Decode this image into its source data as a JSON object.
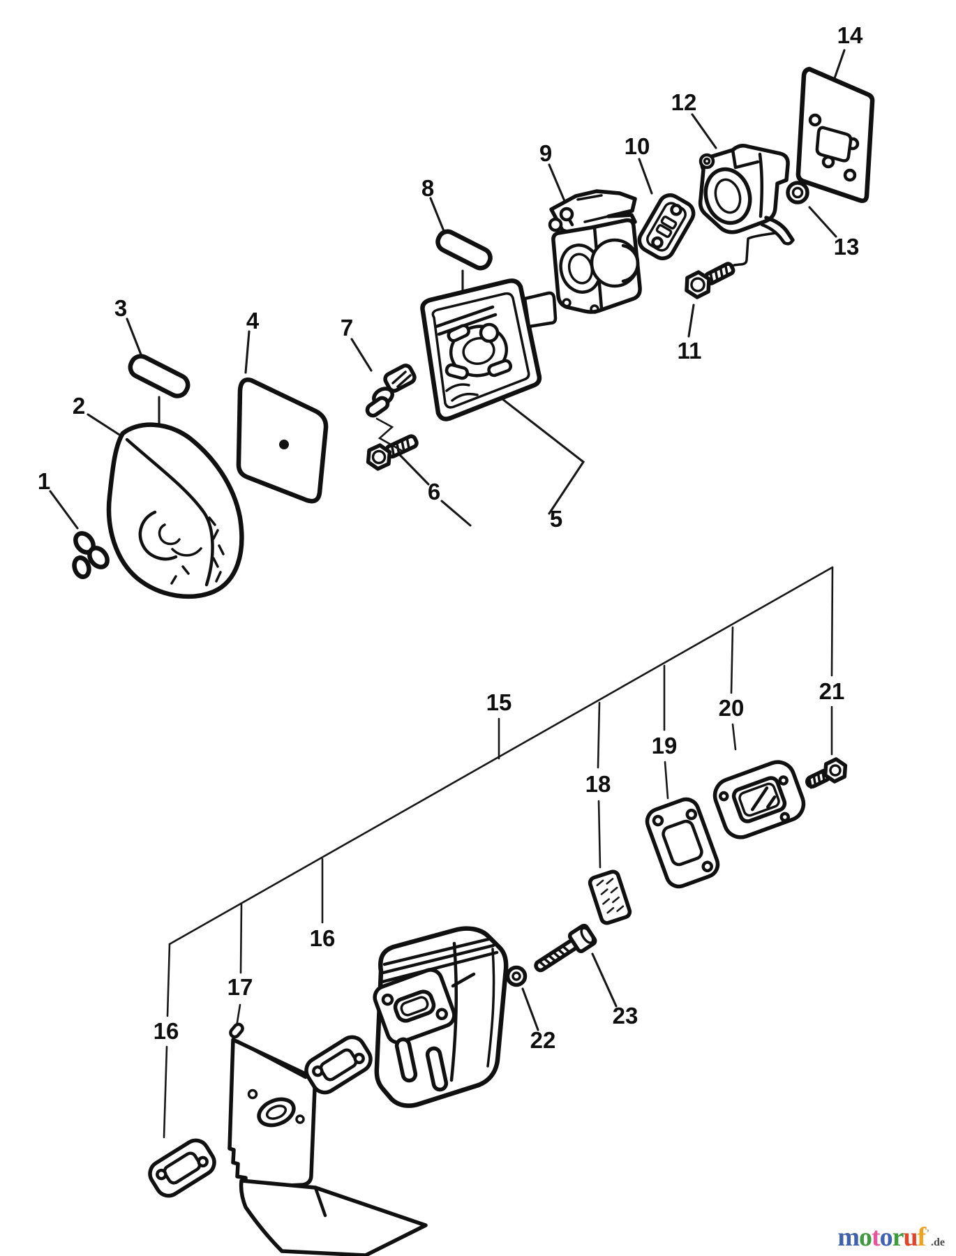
{
  "diagram": {
    "callouts": [
      {
        "label": "1"
      },
      {
        "label": "2"
      },
      {
        "label": "3"
      },
      {
        "label": "4"
      },
      {
        "label": "5"
      },
      {
        "label": "6"
      },
      {
        "label": "7"
      },
      {
        "label": "8"
      },
      {
        "label": "9"
      },
      {
        "label": "10"
      },
      {
        "label": "11"
      },
      {
        "label": "12"
      },
      {
        "label": "13"
      },
      {
        "label": "14"
      },
      {
        "label": "15"
      },
      {
        "label": "16"
      },
      {
        "label": "17"
      },
      {
        "label": "16"
      },
      {
        "label": "18"
      },
      {
        "label": "19"
      },
      {
        "label": "20"
      },
      {
        "label": "21"
      },
      {
        "label": "22"
      },
      {
        "label": "23"
      }
    ],
    "line_color": "#101010"
  },
  "logo": {
    "letters": [
      {
        "ch": "m",
        "color": "#4060ac"
      },
      {
        "ch": "o",
        "color": "#3d9b3d"
      },
      {
        "ch": "t",
        "color": "#e8559f"
      },
      {
        "ch": "o",
        "color": "#3f63b0"
      },
      {
        "ch": "r",
        "color": "#3d9b3d"
      },
      {
        "ch": "u",
        "color": "#e2442a"
      },
      {
        "ch": "f",
        "color": "#efa11f"
      }
    ],
    "mark": "’",
    "mark_color": "#9a9a9a",
    "suffix": ".de",
    "suffix_color": "#4a4a4a"
  }
}
